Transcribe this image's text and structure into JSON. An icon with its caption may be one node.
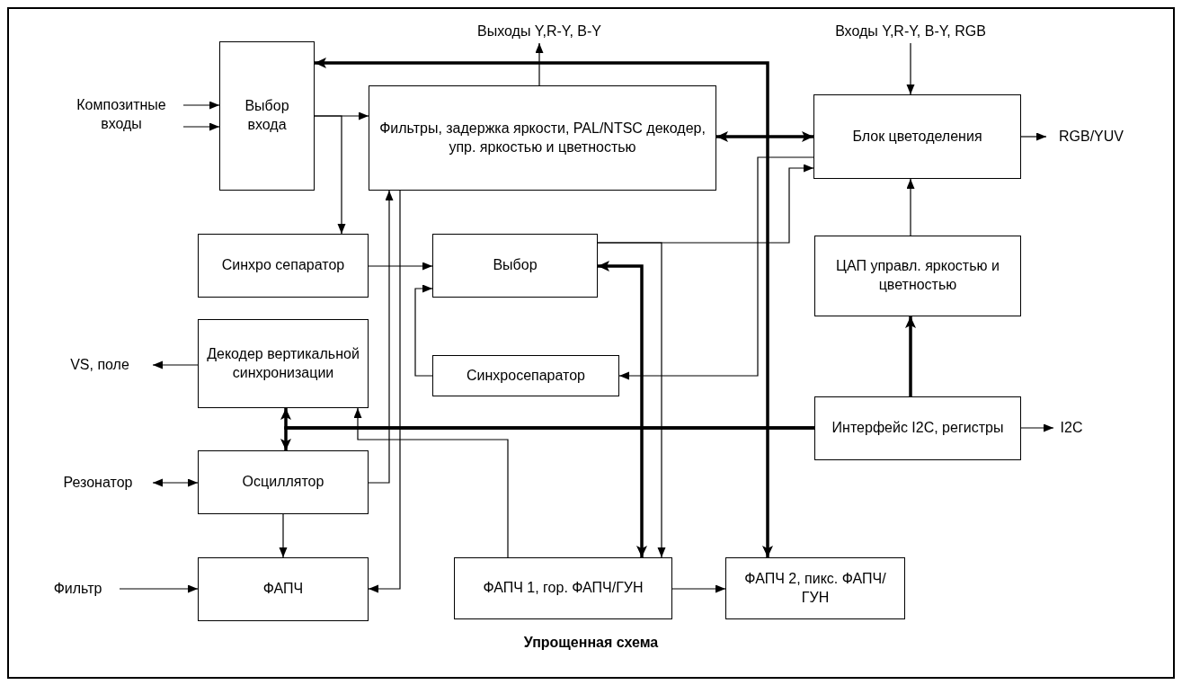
{
  "diagram": {
    "caption": "Упрощенная схема",
    "nodes": [
      {
        "text": [
          "Выбор входа"
        ]
      },
      {
        "text": [
          "Фильтры, задержка яркости, PAL/NTSC декодер, упр. яркостью и цветностью"
        ]
      },
      {
        "text": [
          "Блок цветоделения"
        ]
      },
      {
        "text": [
          "Синхро сепаратор"
        ]
      },
      {
        "text": [
          "Выбор"
        ]
      },
      {
        "text": [
          "ЦАП управл. яркостью и цветностью"
        ]
      },
      {
        "text": [
          "Декодер вертикальной синхронизации"
        ]
      },
      {
        "text": [
          "Синхросепаратор"
        ]
      },
      {
        "text": [
          "Интерфейс I2C, регистры"
        ]
      },
      {
        "text": [
          "Осциллятор"
        ]
      },
      {
        "text": [
          "ФАПЧ"
        ]
      },
      {
        "text": [
          "ФАПЧ 1, гор. ФАПЧ/ГУН"
        ]
      },
      {
        "text": [
          "ФАПЧ 2, пикс. ФАПЧ/ГУН"
        ]
      },
      {
        "text": [
          "Композитные входы"
        ]
      },
      {
        "text": [
          "Выходы Y,R-Y, B-Y"
        ]
      },
      {
        "text": [
          "Входы Y,R-Y, B-Y, RGB"
        ]
      },
      {
        "text": [
          "RGB/YUV"
        ]
      },
      {
        "text": [
          "VS, поле"
        ]
      },
      {
        "text": [
          "Резонатор"
        ]
      },
      {
        "text": [
          "Фильтр"
        ]
      },
      {
        "text": [
          "I2C"
        ]
      }
    ],
    "edges": [
      {
        "from": 13,
        "to": 0,
        "arrow": "to"
      },
      {
        "from": 13,
        "to": 0,
        "arrow": "to"
      },
      {
        "from": 0,
        "to": 1,
        "arrow": "to"
      },
      {
        "from": 0,
        "to": 3,
        "arrow": "to"
      },
      {
        "from": 1,
        "to": 14,
        "arrow": "to"
      },
      {
        "from": 15,
        "to": 2,
        "arrow": "to"
      },
      {
        "from": 1,
        "to": 2,
        "arrow": "both",
        "style": "thick"
      },
      {
        "from": 2,
        "to": 16,
        "arrow": "to"
      },
      {
        "from": 0,
        "to": 12,
        "arrow": "both",
        "style": "thick"
      },
      {
        "from": 3,
        "to": 4,
        "arrow": "to"
      },
      {
        "from": 4,
        "to": 11,
        "arrow": "both",
        "style": "thick"
      },
      {
        "from": 7,
        "to": 4,
        "arrow": "to"
      },
      {
        "from": 4,
        "to": 2,
        "arrow": "to"
      },
      {
        "from": 4,
        "to": 11,
        "arrow": "to"
      },
      {
        "from": 2,
        "to": 7,
        "arrow": "to"
      },
      {
        "from": 5,
        "to": 2,
        "arrow": "to"
      },
      {
        "from": 8,
        "to": 5,
        "arrow": "to",
        "style": "thick"
      },
      {
        "from": 8,
        "to": 6,
        "arrow": "to",
        "style": "thick"
      },
      {
        "from": 8,
        "to": 9,
        "arrow": "to",
        "style": "thick"
      },
      {
        "from": 8,
        "to": 20,
        "arrow": "to"
      },
      {
        "from": 6,
        "to": 17,
        "arrow": "to"
      },
      {
        "from": 11,
        "to": 6,
        "arrow": "to"
      },
      {
        "from": 18,
        "to": 9,
        "arrow": "both"
      },
      {
        "from": 9,
        "to": 1,
        "arrow": "to"
      },
      {
        "from": 1,
        "to": 10,
        "arrow": "to"
      },
      {
        "from": 9,
        "to": 10,
        "arrow": "to"
      },
      {
        "from": 19,
        "to": 10,
        "arrow": "to"
      },
      {
        "from": 11,
        "to": 12,
        "arrow": "to"
      }
    ]
  }
}
